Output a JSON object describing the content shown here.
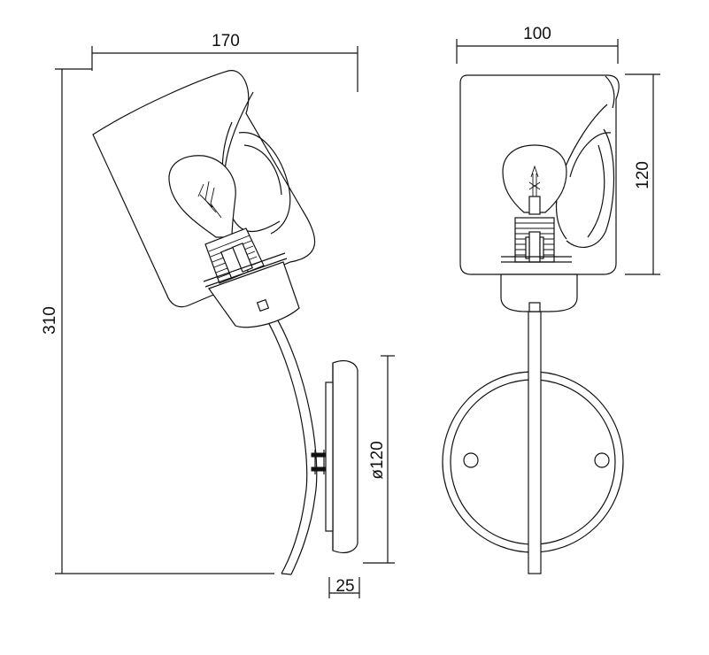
{
  "dimensions": {
    "side_width": "170",
    "front_width": "100",
    "total_height": "310",
    "shade_height": "120",
    "base_diameter": "ø120",
    "base_depth": "25"
  }
}
